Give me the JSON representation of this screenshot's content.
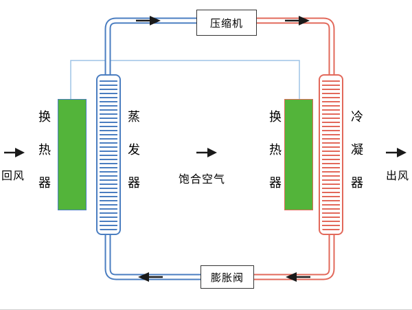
{
  "diagram": {
    "compressor": {
      "label": "压缩机"
    },
    "expansion_valve": {
      "label": "膨胀阀"
    },
    "evaporator": {
      "label": "蒸发器"
    },
    "condenser": {
      "label": "冷凝器"
    },
    "left_heat_exchanger": {
      "label": "换热器"
    },
    "right_heat_exchanger": {
      "label": "换热器"
    },
    "return_air": {
      "label": "回风"
    },
    "saturated_air": {
      "label": "饱合空气"
    },
    "outlet_air": {
      "label": "出风"
    }
  },
  "colors": {
    "cold-pipe": "#4a7dc0",
    "hot-pipe": "#e2685a",
    "runaround-line": "#9dc3e6",
    "exchanger-green": "#53b43a",
    "arrow-black": "#1a1a1a",
    "box-border": "#333333"
  }
}
